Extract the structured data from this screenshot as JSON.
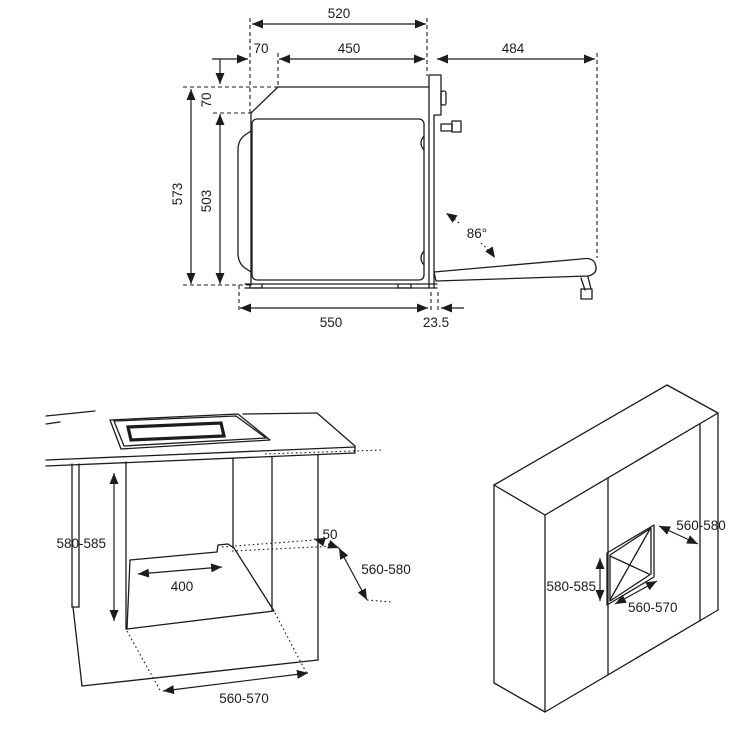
{
  "document": {
    "type": "appliance installation drawing",
    "units": "mm",
    "line_color": "#1c1c1c",
    "background_color": "#ffffff"
  },
  "oven_side_view": {
    "top_width": "520",
    "top_rear_offset": "70",
    "top_front_width": "450",
    "open_door_depth": "484",
    "top_section_height": "70",
    "overall_height": "573",
    "body_height": "503",
    "door_opening_angle": "86°",
    "body_depth": "550",
    "door_thickness": "23.5"
  },
  "undercounter_view": {
    "niche_height": "580-585",
    "rear_recess_width": "400",
    "rear_step_depth": "50",
    "niche_depth": "560-580",
    "niche_width": "560-570"
  },
  "column_view": {
    "niche_depth": "560-580",
    "niche_height": "580-585",
    "niche_width": "560-570"
  }
}
